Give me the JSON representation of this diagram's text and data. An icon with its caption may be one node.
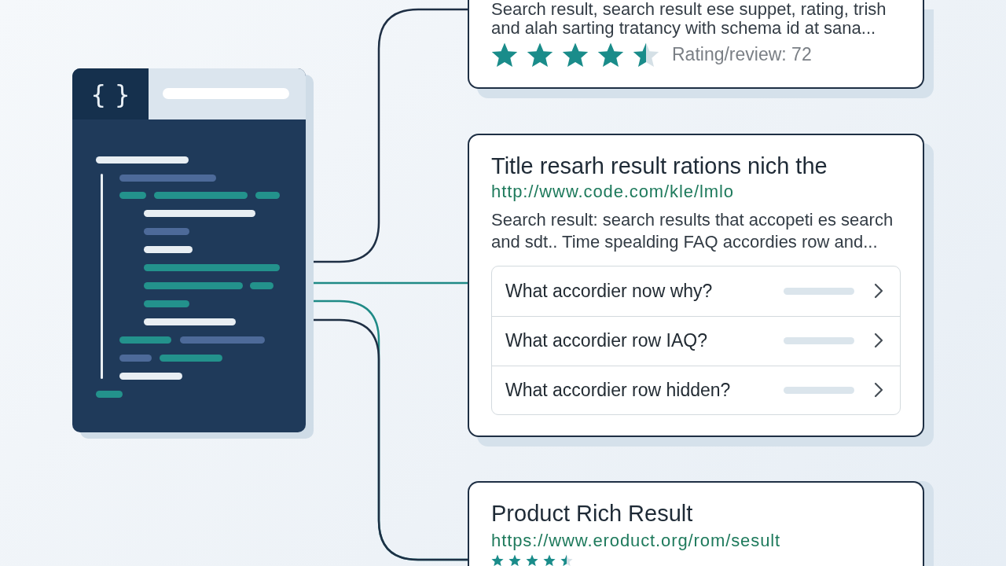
{
  "diagram": {
    "nodes": [
      {
        "text": [
          "{ }"
        ]
      },
      {
        "text": [
          "Search result, search result ese suppet, rating, trish and alah sarting tratancy with schema id at sana...",
          "Rating/review: 72"
        ]
      },
      {
        "text": [
          "Title resarh result rations nich the",
          "http://www.code.com/kle/lmlo",
          "Search result: search results that accopeti es search and sdt.. Time spealding FAQ accordies row and..."
        ]
      },
      {
        "text": [],
        "shape": "box",
        "in": 2
      },
      {
        "text": [
          "What accordier now why?"
        ],
        "in": 3
      },
      {
        "text": [
          "What accordier row IAQ?"
        ],
        "in": 3
      },
      {
        "text": [
          "What accordier row hidden?"
        ],
        "in": 3
      },
      {
        "text": [
          "Product Rich Result",
          "https://www.eroduct.org/rom/sesult"
        ]
      }
    ],
    "edges": [
      {
        "from": 0,
        "to": 1,
        "arrow": "none"
      },
      {
        "from": 0,
        "to": 2,
        "arrow": "none",
        "color": "#1f8a86"
      },
      {
        "from": 0,
        "to": 7,
        "arrow": "none",
        "color": "#1f8a86"
      },
      {
        "from": 0,
        "to": 7,
        "arrow": "none"
      }
    ]
  }
}
